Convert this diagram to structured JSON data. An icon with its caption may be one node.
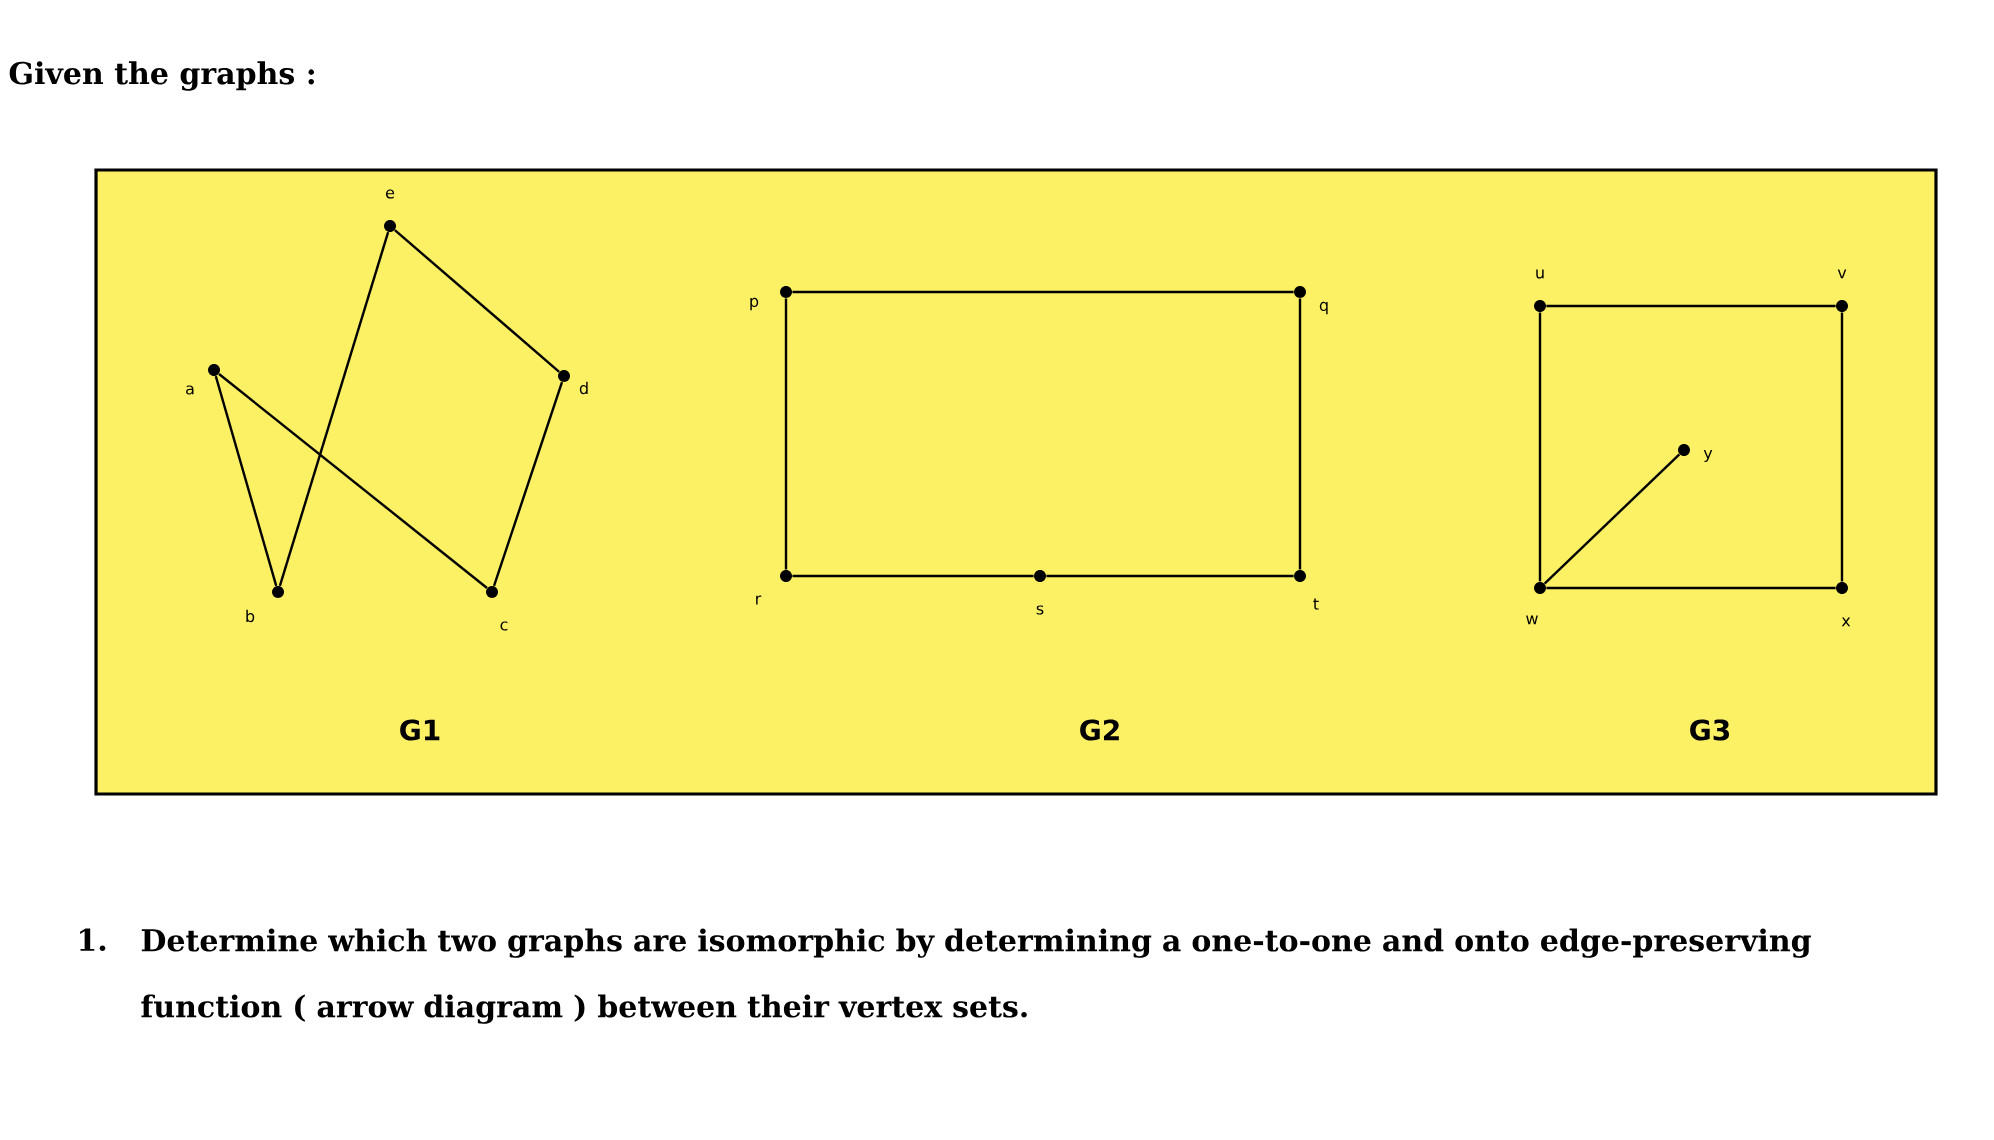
{
  "diagram": {
    "title": "Given the graphs :",
    "nodes": [
      {
        "text": [],
        "shape": "circle",
        "beside": [
          "a"
        ]
      },
      {
        "text": [],
        "shape": "circle",
        "beside": [
          "b"
        ]
      },
      {
        "text": [],
        "shape": "circle",
        "beside": [
          "c"
        ]
      },
      {
        "text": [],
        "shape": "circle",
        "beside": [
          "d"
        ]
      },
      {
        "text": [],
        "shape": "circle",
        "beside": [
          "e"
        ]
      },
      {
        "text": [],
        "shape": "circle",
        "beside": [
          "p"
        ]
      },
      {
        "text": [],
        "shape": "circle",
        "beside": [
          "q"
        ]
      },
      {
        "text": [],
        "shape": "circle",
        "beside": [
          "r"
        ]
      },
      {
        "text": [],
        "shape": "circle",
        "beside": [
          "s"
        ]
      },
      {
        "text": [],
        "shape": "circle",
        "beside": [
          "t"
        ]
      },
      {
        "text": [],
        "shape": "circle",
        "beside": [
          "u"
        ]
      },
      {
        "text": [],
        "shape": "circle",
        "beside": [
          "v"
        ]
      },
      {
        "text": [],
        "shape": "circle",
        "beside": [
          "w"
        ]
      },
      {
        "text": [],
        "shape": "circle",
        "beside": [
          "x"
        ]
      },
      {
        "text": [],
        "shape": "circle",
        "beside": [
          "y"
        ]
      }
    ],
    "edges": [
      {
        "from": 0,
        "to": 1,
        "arrow": "none"
      },
      {
        "from": 0,
        "to": 2,
        "arrow": "none"
      },
      {
        "from": 1,
        "to": 4,
        "arrow": "none"
      },
      {
        "from": 4,
        "to": 3,
        "arrow": "none"
      },
      {
        "from": 3,
        "to": 2,
        "arrow": "none"
      },
      {
        "from": 5,
        "to": 6,
        "arrow": "none"
      },
      {
        "from": 6,
        "to": 9,
        "arrow": "none"
      },
      {
        "from": 9,
        "to": 8,
        "arrow": "none"
      },
      {
        "from": 8,
        "to": 7,
        "arrow": "none"
      },
      {
        "from": 7,
        "to": 5,
        "arrow": "none"
      },
      {
        "from": 10,
        "to": 11,
        "arrow": "none"
      },
      {
        "from": 11,
        "to": 13,
        "arrow": "none"
      },
      {
        "from": 13,
        "to": 12,
        "arrow": "none"
      },
      {
        "from": 12,
        "to": 10,
        "arrow": "none"
      },
      {
        "from": 12,
        "to": 14,
        "arrow": "none"
      }
    ],
    "labels": [
      "G1",
      "G2",
      "G3",
      "1.",
      "Determine which two graphs are isomorphic by determining a one-to-one and onto edge-preserving function ( arrow diagram ) between their vertex sets."
    ]
  }
}
